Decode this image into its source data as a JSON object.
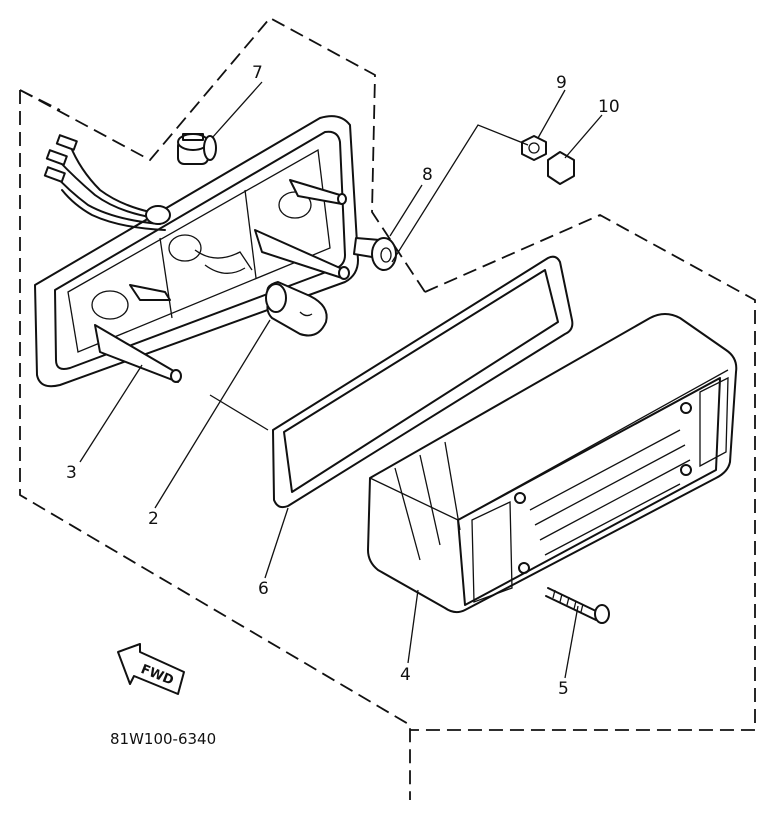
{
  "figure": {
    "drawing_code": "81W100-6340",
    "direction_label": "FWD"
  },
  "callouts": [
    {
      "id": "c1",
      "label": "2"
    },
    {
      "id": "c2",
      "label": "3"
    },
    {
      "id": "c3",
      "label": "4"
    },
    {
      "id": "c4",
      "label": "5"
    },
    {
      "id": "c5",
      "label": "6"
    },
    {
      "id": "c6",
      "label": "7"
    },
    {
      "id": "c7",
      "label": "8"
    },
    {
      "id": "c8",
      "label": "9"
    },
    {
      "id": "c9",
      "label": "10"
    }
  ],
  "colors": {
    "ink": "#111111",
    "background": "#ffffff"
  }
}
